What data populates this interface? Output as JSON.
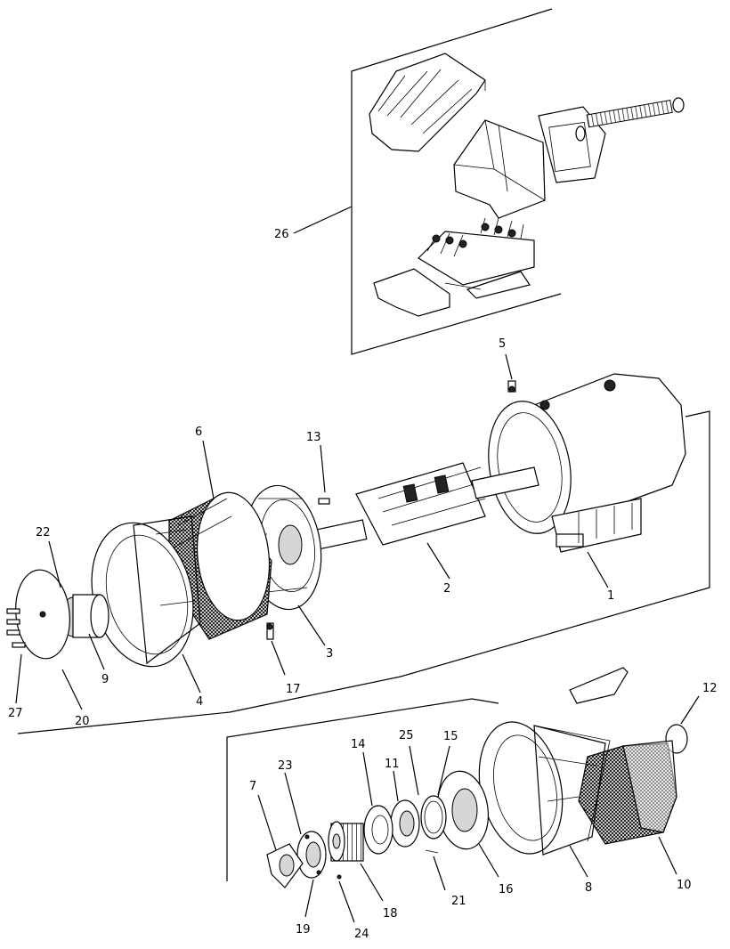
{
  "labels": {
    "p1": "1",
    "p2": "2",
    "p3": "3",
    "p4": "4",
    "p5": "5",
    "p6": "6",
    "p7": "7",
    "p8": "8",
    "p9": "9",
    "p10": "10",
    "p11": "11",
    "p12": "12",
    "p13": "13",
    "p14": "14",
    "p15": "15",
    "p16": "16",
    "p17": "17",
    "p19": "19",
    "p18": "18",
    "p20": "20",
    "p21": "21",
    "p22": "22",
    "p23": "23",
    "p24": "24",
    "p25": "25",
    "p26": "26",
    "p27": "27"
  }
}
